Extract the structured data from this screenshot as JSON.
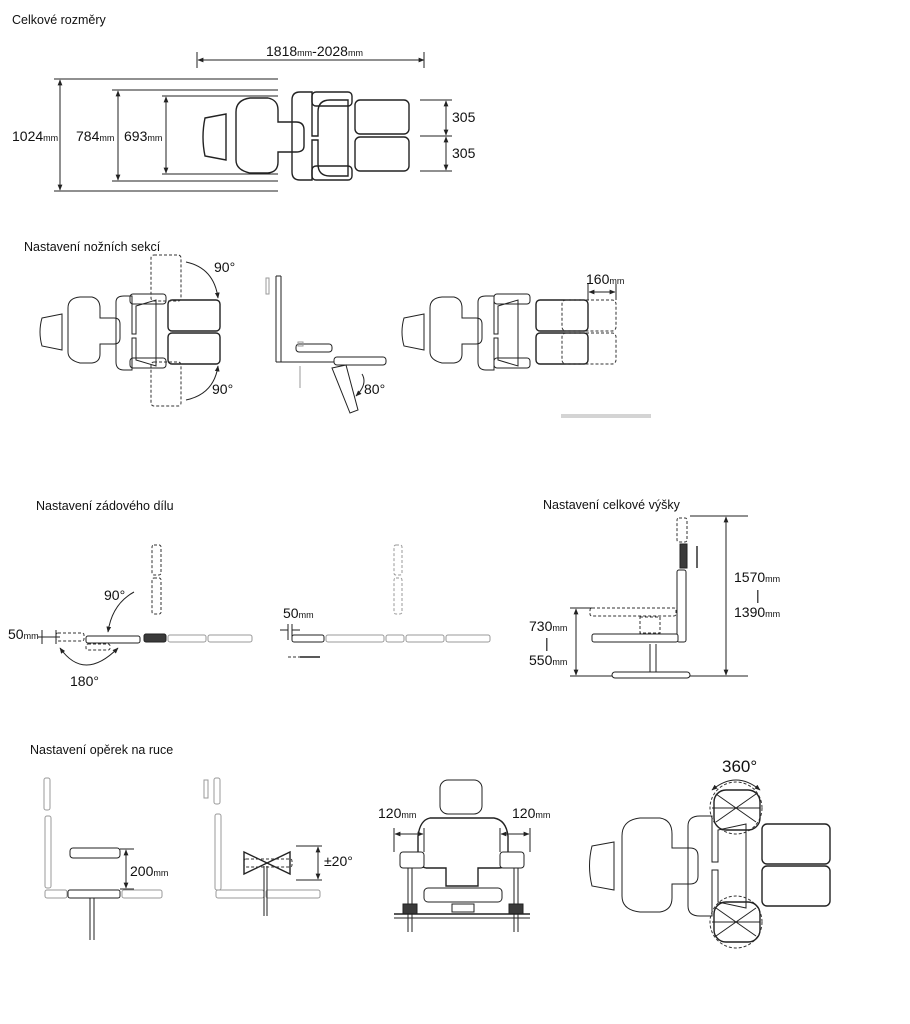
{
  "sections": {
    "overall": {
      "title": "Celkové rozměry"
    },
    "legs": {
      "title": "Nastavení nožních sekcí"
    },
    "back": {
      "title": "Nastavení zádového dílu"
    },
    "height": {
      "title": "Nastavení celkové výšky"
    },
    "armrests": {
      "title": "Nastavení opěrek na ruce"
    }
  },
  "dimensions": {
    "length_min": "1818",
    "length_max": "2028",
    "unit": "mm",
    "length_sep": "-",
    "width_total": "1024",
    "width_mid": "784",
    "width_inner": "693",
    "leg_w1": "305",
    "leg_w2": "305",
    "leg_angle_top": "90°",
    "leg_angle_bottom": "90°",
    "leg_drop_angle": "80°",
    "leg_extension": "160",
    "back_angle": "90°",
    "back_fold_angle": "180°",
    "head_shift": "50",
    "head_shift2": "50",
    "height_max_a": "1570",
    "height_sep": "|",
    "height_max_b": "1390",
    "seat_a": "730",
    "seat_sep": "|",
    "seat_b": "550",
    "arm_height": "200",
    "arm_tilt": "±20°",
    "arm_offset_left": "120",
    "arm_offset_right": "120",
    "arm_rotation": "360°"
  }
}
